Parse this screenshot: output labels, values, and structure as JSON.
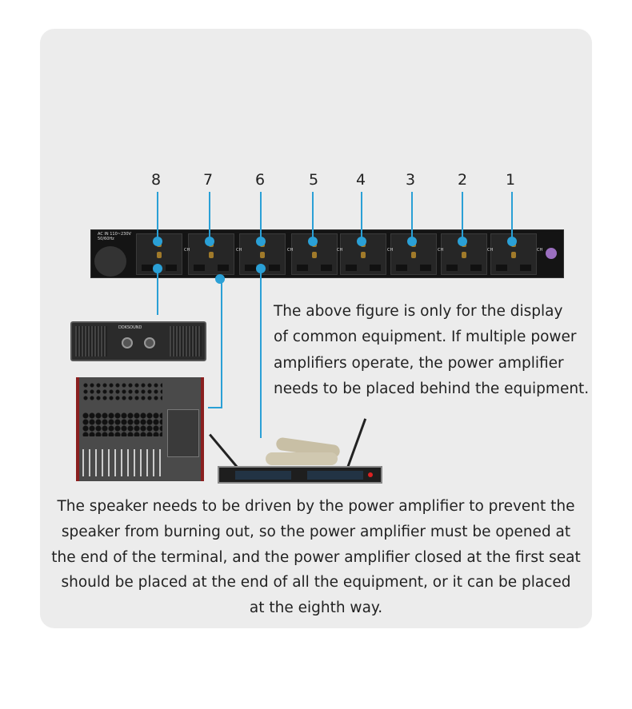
{
  "channels": [
    "8",
    "7",
    "6",
    "5",
    "4",
    "3",
    "2",
    "1"
  ],
  "rack": {
    "input_label": "AC IN 110~230V 50/60Hz",
    "ch_prefix": "CH"
  },
  "amp": {
    "brand": "DDKSOUND"
  },
  "note_lines": [
    "The above figure is only for the display",
    "of common equipment. If multiple power",
    "amplifiers operate, the power amplifier",
    "needs to be placed behind the equipment."
  ],
  "bottom_lines": [
    "The speaker needs to be driven by the power amplifier to prevent the",
    "speaker from burning out, so the power amplifier must be opened at",
    "the end of the terminal, and the power amplifier closed at the first seat",
    "should be placed at the end of all the equipment, or it can be placed",
    "at the eighth way."
  ],
  "colors": {
    "accent": "#2aa0d6",
    "panel": "#ececec"
  }
}
